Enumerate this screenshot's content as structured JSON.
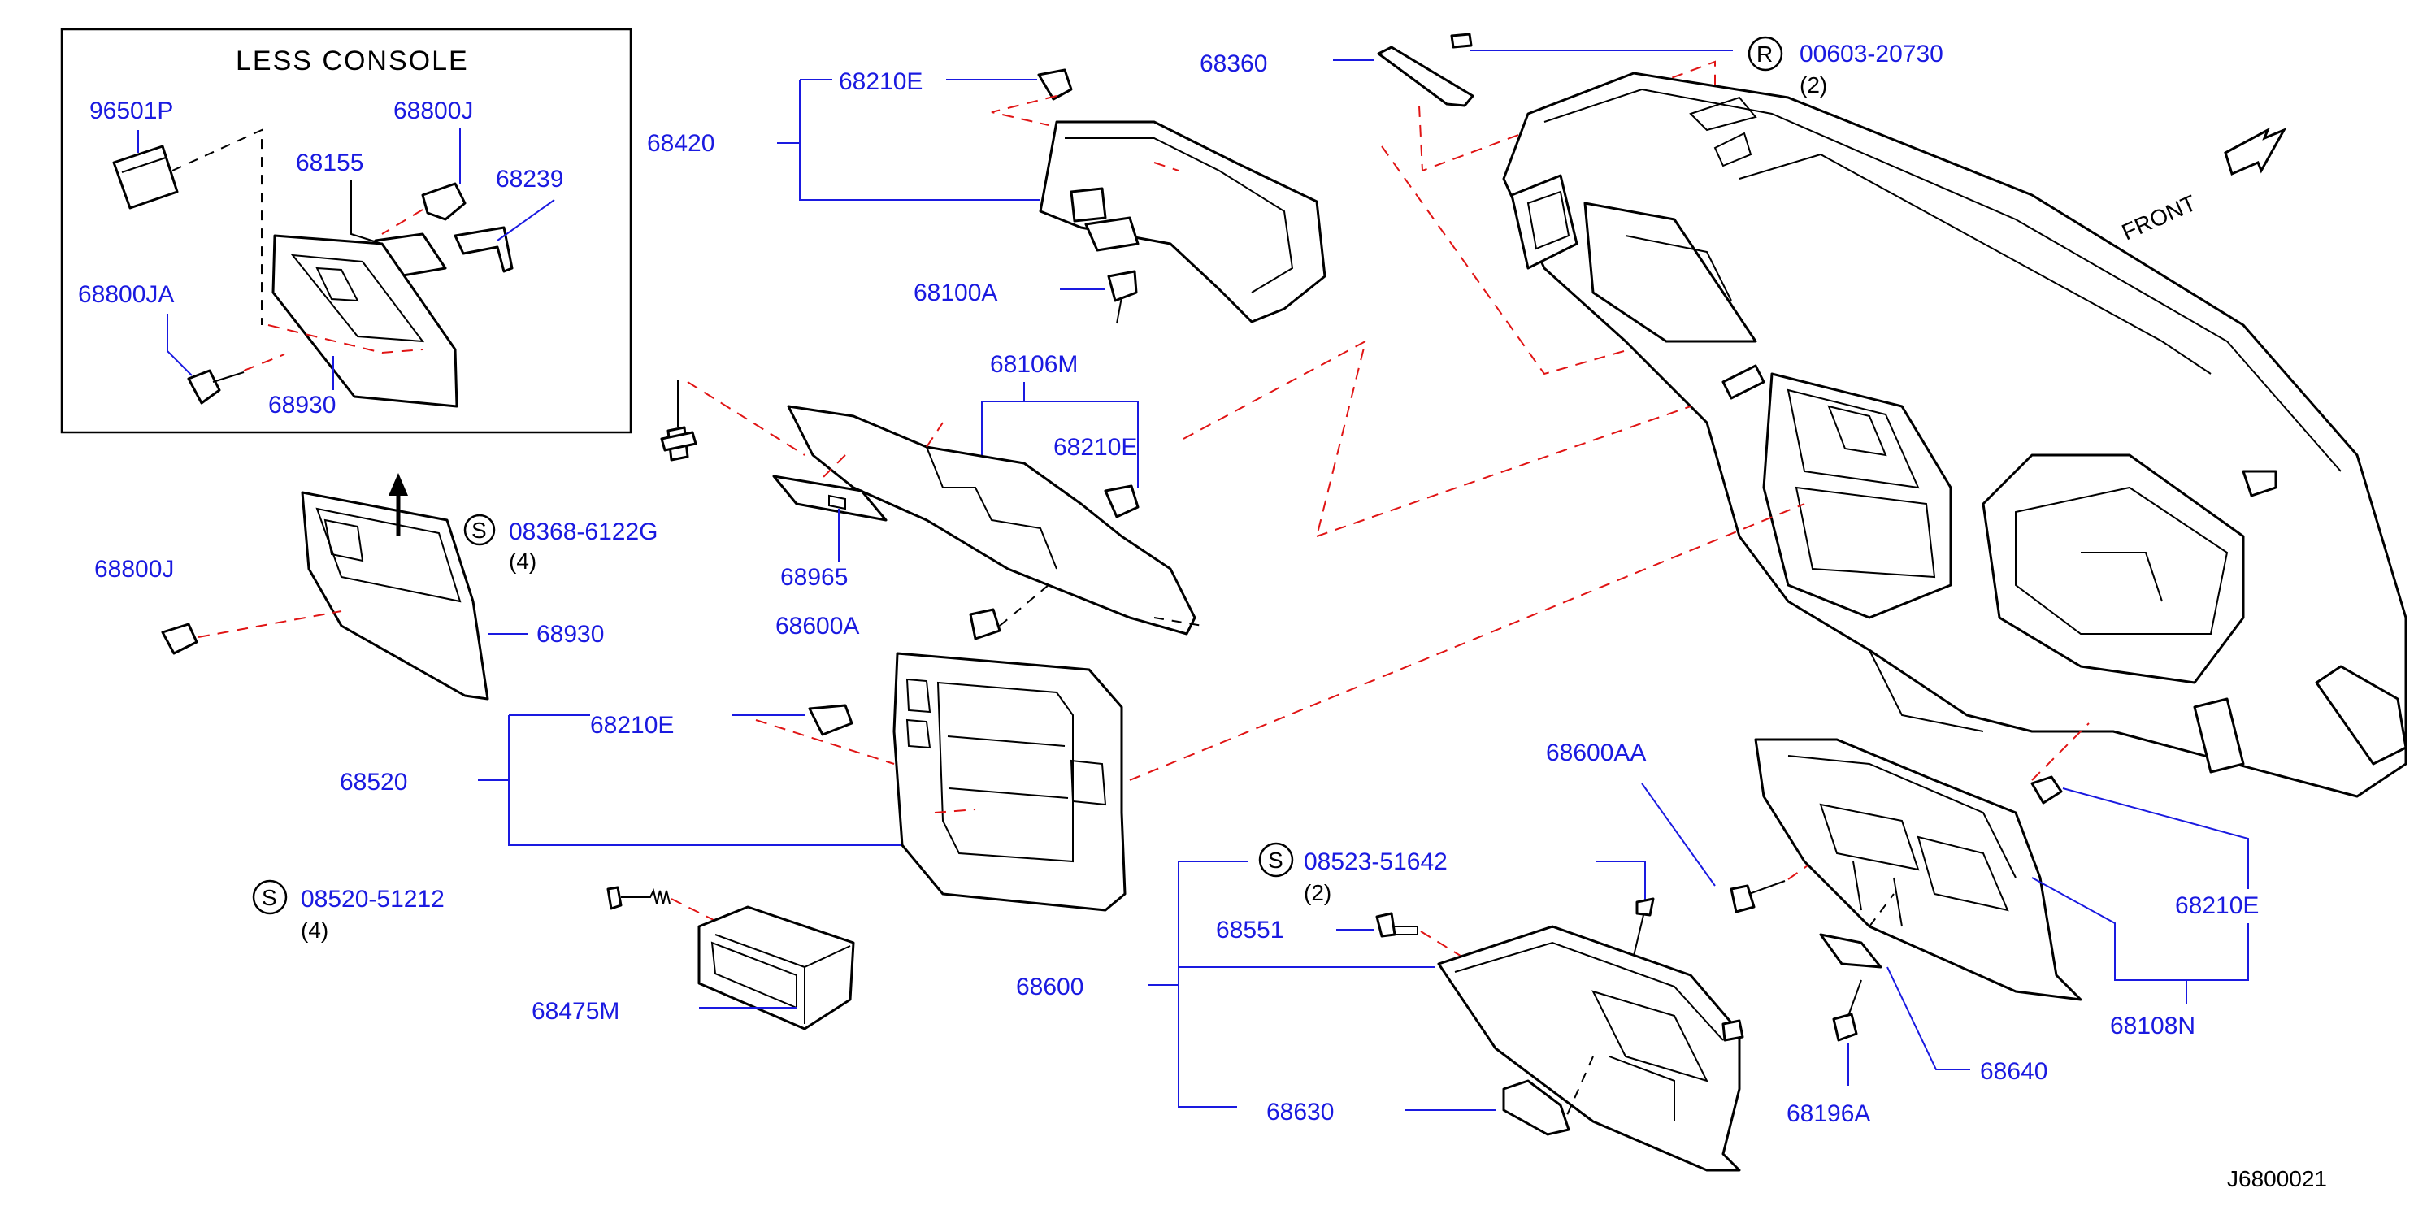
{
  "inset": {
    "title": "LESS   CONSOLE"
  },
  "labels": {
    "p96501P": "96501P",
    "p68800J_a": "68800J",
    "p68155": "68155",
    "p68239": "68239",
    "p68800JA": "68800JA",
    "p68930_a": "68930",
    "p68420": "68420",
    "p68210E_a": "68210E",
    "p68100A": "68100A",
    "p68360": "68360",
    "p00603": "00603-20730",
    "p00603_qty": "(2)",
    "front": "FRONT",
    "p68106M": "68106M",
    "p68210E_b": "68210E",
    "p68965": "68965",
    "p08368": "08368-6122G",
    "p08368_qty": "(4)",
    "p68800J_b": "68800J",
    "p68930_b": "68930",
    "p68600_partial": "68600A",
    "p68210E_c": "68210E",
    "p68520": "68520",
    "p08520": "08520-51212",
    "p08520_qty": "(4)",
    "p68475M": "68475M",
    "p08523": "08523-51642",
    "p08523_qty": "(2)",
    "p68551": "68551",
    "p68600": "68600",
    "p68630": "68630",
    "p68600AA": "68600AA",
    "p68210E_d": "68210E",
    "p68108N": "68108N",
    "p68640": "68640",
    "p68196A": "68196A",
    "diagram_id": "J6800021"
  },
  "symbols": {
    "s": "S",
    "r": "R"
  },
  "icons": [
    "front-arrow-icon",
    "up-arrow-icon"
  ],
  "colors": {
    "label": "#1a1ae0",
    "leader": "#e01414",
    "outline": "#000000"
  }
}
